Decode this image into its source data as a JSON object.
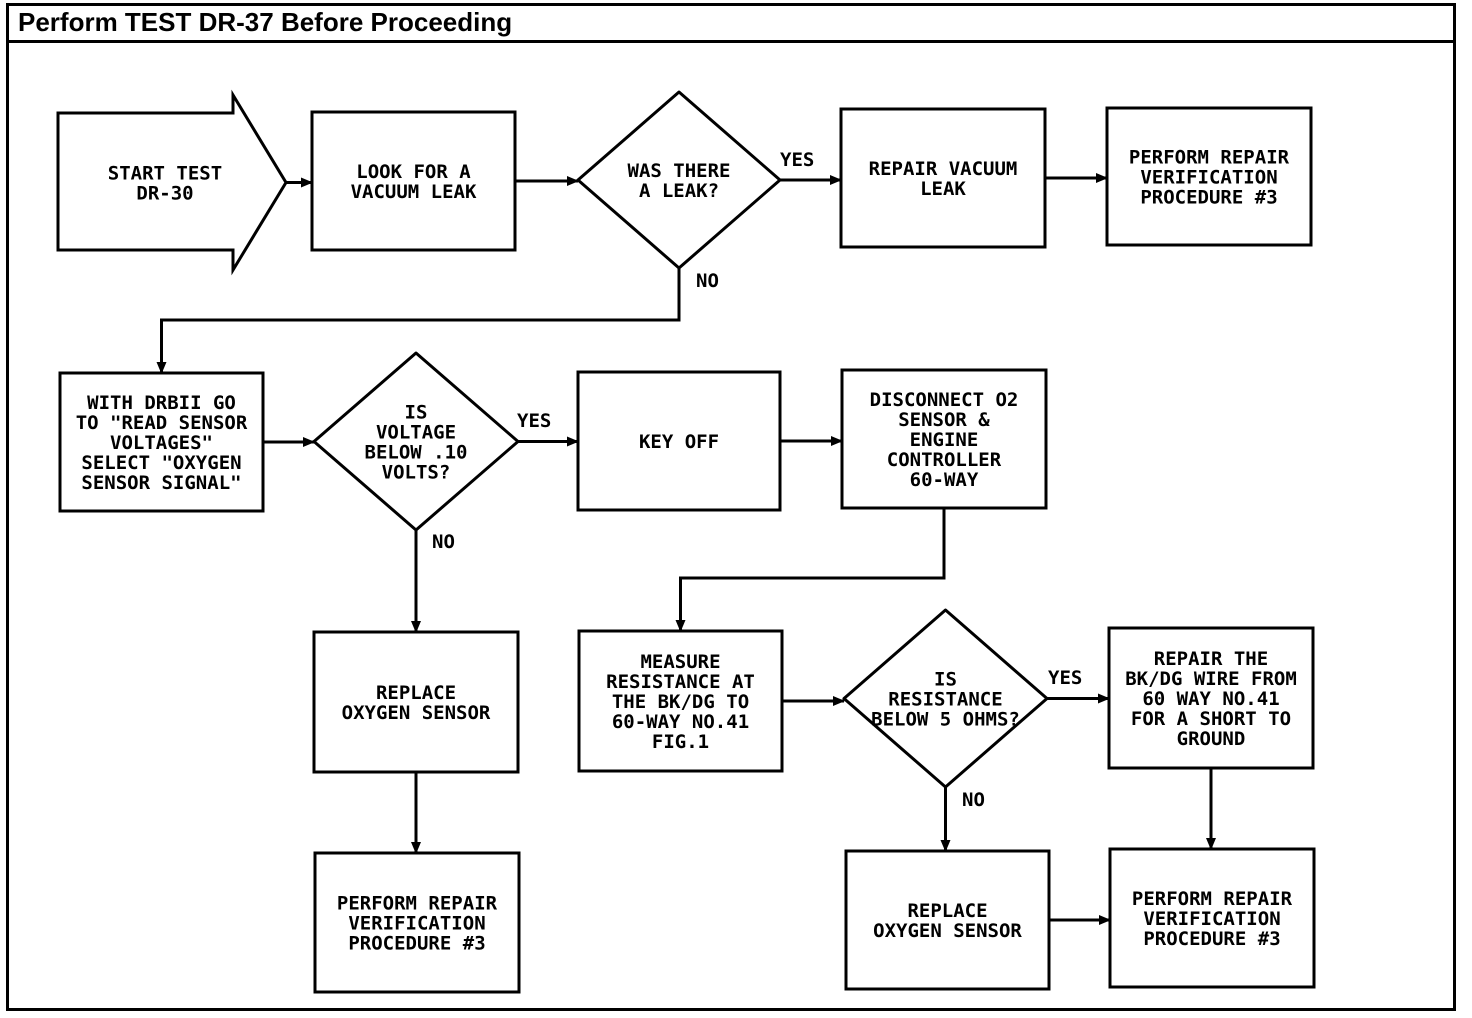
{
  "header": {
    "title": "Perform TEST DR-37 Before Proceeding"
  },
  "nodes": [
    {
      "id": "start",
      "shape": "arrow",
      "lines": [
        "START TEST",
        "DR-30"
      ]
    },
    {
      "id": "look-leak",
      "shape": "rect",
      "lines": [
        "LOOK FOR A",
        "VACUUM LEAK"
      ]
    },
    {
      "id": "was-leak",
      "shape": "diamond",
      "lines": [
        "WAS THERE",
        "A LEAK?"
      ]
    },
    {
      "id": "repair-vacuum",
      "shape": "rect",
      "lines": [
        "REPAIR VACUUM",
        "LEAK"
      ]
    },
    {
      "id": "verify-1",
      "shape": "rect",
      "lines": [
        "PERFORM REPAIR",
        "VERIFICATION",
        "PROCEDURE #3"
      ]
    },
    {
      "id": "drbii",
      "shape": "rect",
      "lines": [
        "WITH DRBII GO",
        "TO \"READ SENSOR",
        "VOLTAGES\"",
        "SELECT \"OXYGEN",
        "SENSOR SIGNAL\""
      ]
    },
    {
      "id": "voltage-check",
      "shape": "diamond",
      "lines": [
        "IS",
        "VOLTAGE",
        "BELOW .10",
        "VOLTS?"
      ]
    },
    {
      "id": "key-off",
      "shape": "rect",
      "lines": [
        "KEY OFF"
      ]
    },
    {
      "id": "disconnect",
      "shape": "rect",
      "lines": [
        "DISCONNECT O2",
        "SENSOR &",
        "ENGINE",
        "CONTROLLER",
        "60-WAY"
      ]
    },
    {
      "id": "replace-o2-1",
      "shape": "rect",
      "lines": [
        "REPLACE",
        "OXYGEN SENSOR"
      ]
    },
    {
      "id": "measure",
      "shape": "rect",
      "lines": [
        "MEASURE",
        "RESISTANCE AT",
        "THE BK/DG TO",
        "60-WAY NO.41",
        "FIG.1"
      ]
    },
    {
      "id": "resistance-check",
      "shape": "diamond",
      "lines": [
        "IS",
        "RESISTANCE",
        "BELOW 5 OHMS?"
      ]
    },
    {
      "id": "repair-wire",
      "shape": "rect",
      "lines": [
        "REPAIR THE",
        "BK/DG WIRE FROM",
        "60 WAY NO.41",
        "FOR A SHORT TO",
        "GROUND"
      ]
    },
    {
      "id": "verify-2",
      "shape": "rect",
      "lines": [
        "PERFORM REPAIR",
        "VERIFICATION",
        "PROCEDURE #3"
      ]
    },
    {
      "id": "replace-o2-2",
      "shape": "rect",
      "lines": [
        "REPLACE",
        "OXYGEN SENSOR"
      ]
    },
    {
      "id": "verify-3",
      "shape": "rect",
      "lines": [
        "PERFORM REPAIR",
        "VERIFICATION",
        "PROCEDURE #3"
      ]
    }
  ],
  "edges": [
    {
      "from": "start",
      "to": "look-leak",
      "label": ""
    },
    {
      "from": "look-leak",
      "to": "was-leak",
      "label": ""
    },
    {
      "from": "was-leak",
      "to": "repair-vacuum",
      "label": "YES"
    },
    {
      "from": "repair-vacuum",
      "to": "verify-1",
      "label": ""
    },
    {
      "from": "was-leak",
      "to": "drbii",
      "label": "NO"
    },
    {
      "from": "drbii",
      "to": "voltage-check",
      "label": ""
    },
    {
      "from": "voltage-check",
      "to": "key-off",
      "label": "YES"
    },
    {
      "from": "key-off",
      "to": "disconnect",
      "label": ""
    },
    {
      "from": "voltage-check",
      "to": "replace-o2-1",
      "label": "NO"
    },
    {
      "from": "replace-o2-1",
      "to": "verify-2",
      "label": ""
    },
    {
      "from": "disconnect",
      "to": "measure",
      "label": ""
    },
    {
      "from": "measure",
      "to": "resistance-check",
      "label": ""
    },
    {
      "from": "resistance-check",
      "to": "repair-wire",
      "label": "YES"
    },
    {
      "from": "resistance-check",
      "to": "replace-o2-2",
      "label": "NO"
    },
    {
      "from": "repair-wire",
      "to": "verify-3",
      "label": ""
    },
    {
      "from": "replace-o2-2",
      "to": "verify-3",
      "label": ""
    }
  ]
}
